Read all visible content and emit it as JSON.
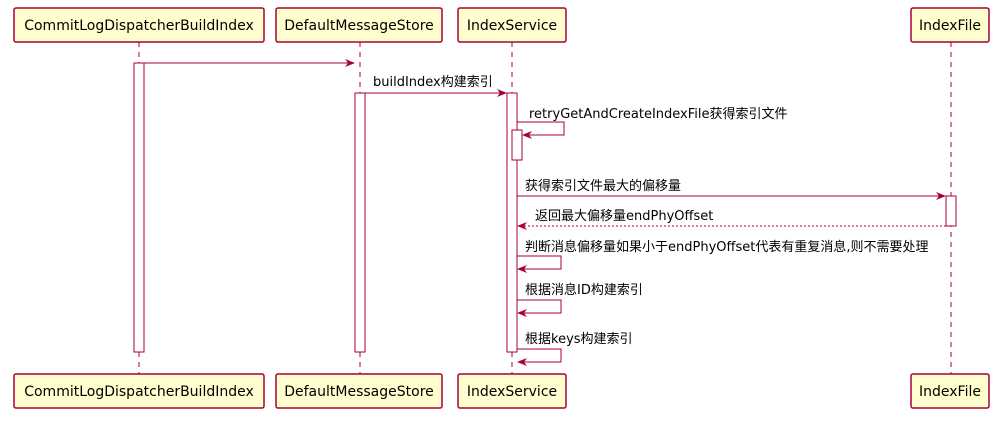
{
  "participants": [
    {
      "id": "p1",
      "label": "CommitLogDispatcherBuildIndex"
    },
    {
      "id": "p2",
      "label": "DefaultMessageStore"
    },
    {
      "id": "p3",
      "label": "IndexService"
    },
    {
      "id": "p4",
      "label": "IndexFile"
    }
  ],
  "messages": [
    {
      "id": "m1",
      "label": ""
    },
    {
      "id": "m2",
      "label": "buildIndex构建索引"
    },
    {
      "id": "m3",
      "label": "retryGetAndCreateIndexFile获得索引文件"
    },
    {
      "id": "m4",
      "label": "获得索引文件最大的偏移量"
    },
    {
      "id": "m5",
      "label": "返回最大偏移量endPhyOffset"
    },
    {
      "id": "m6",
      "label": "判断消息偏移量如果小于endPhyOffset代表有重复消息,则不需要处理"
    },
    {
      "id": "m7",
      "label": "根据消息ID构建索引"
    },
    {
      "id": "m8",
      "label": "根据keys构建索引"
    }
  ]
}
